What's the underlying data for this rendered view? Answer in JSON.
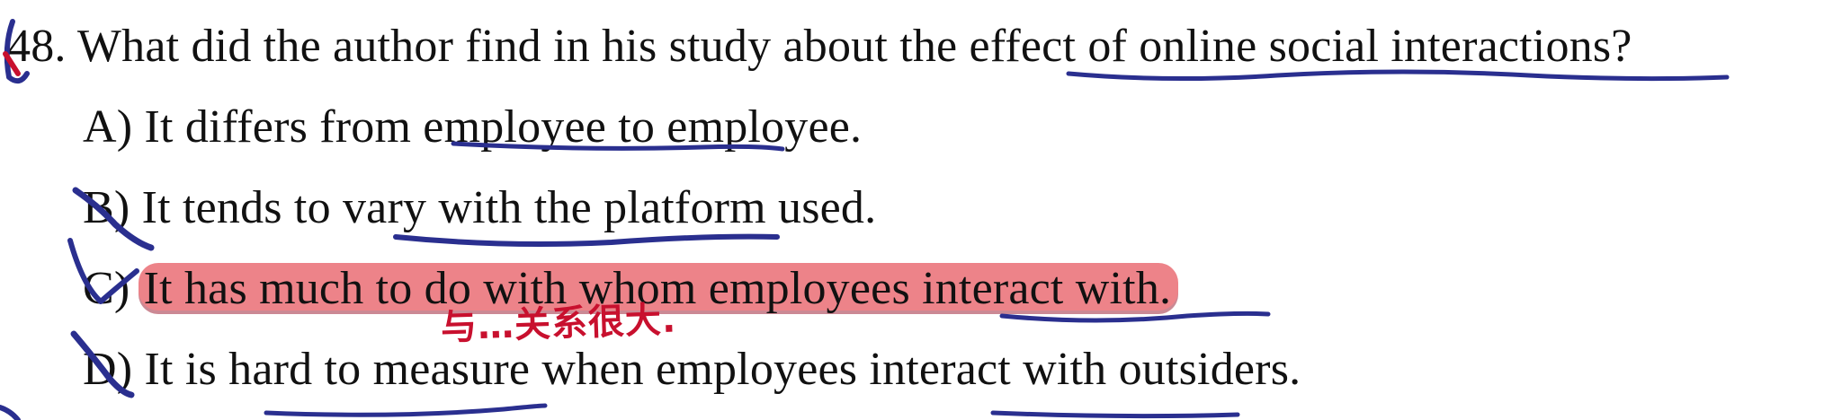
{
  "question": {
    "number": "48.",
    "text": "What did the author find in his study about the effect of online social interactions?"
  },
  "options": {
    "a": {
      "letter": "A)",
      "text": "It differs from employee to employee."
    },
    "b": {
      "letter": "B)",
      "text": "It tends to vary with the platform used."
    },
    "c": {
      "letter": "C)",
      "text": "It has much to do with whom employees interact with."
    },
    "d": {
      "letter": "D)",
      "text": "It is hard to measure when employees interact with outsiders."
    }
  },
  "annotation": {
    "note": "与…关系很大.",
    "ink_color": "#2a2f8f",
    "highlight_color": "#e86068",
    "note_color": "#c8102e"
  }
}
